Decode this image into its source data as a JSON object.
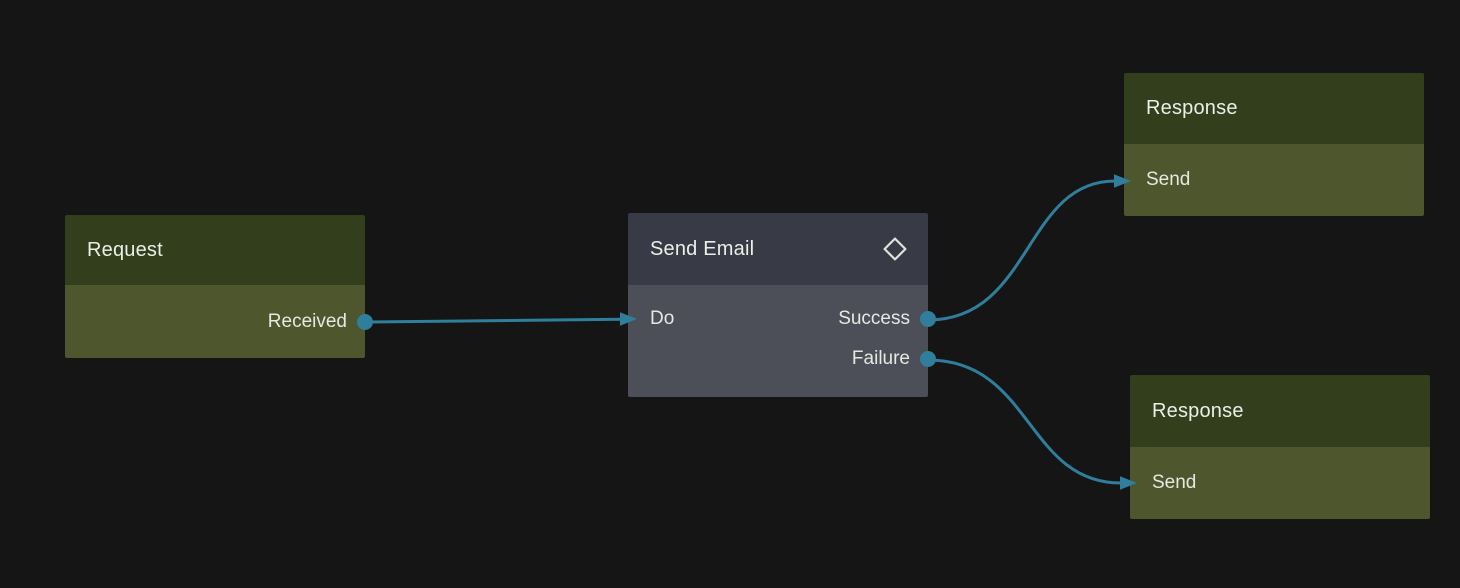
{
  "canvas": {
    "background": "#151515"
  },
  "theme": {
    "accent": "#2f7f9c",
    "text": "#e9ebe4",
    "event_node_header": "#333e1d",
    "event_node_body": "#4d562c",
    "action_node_header": "#383b45",
    "action_node_body": "#4c4f58"
  },
  "nodes": {
    "request": {
      "title": "Request",
      "outputs": [
        {
          "label": "Received"
        }
      ]
    },
    "send_email": {
      "title": "Send Email",
      "header_icon": "diamond-icon",
      "inputs": [
        {
          "label": "Do"
        }
      ],
      "outputs": [
        {
          "label": "Success"
        },
        {
          "label": "Failure"
        }
      ]
    },
    "response_success": {
      "title": "Response",
      "inputs": [
        {
          "label": "Send"
        }
      ]
    },
    "response_failure": {
      "title": "Response",
      "inputs": [
        {
          "label": "Send"
        }
      ]
    }
  },
  "edges": [
    {
      "from": "request.Received",
      "to": "send_email.Do"
    },
    {
      "from": "send_email.Success",
      "to": "response_success.Send"
    },
    {
      "from": "send_email.Failure",
      "to": "response_failure.Send"
    }
  ]
}
